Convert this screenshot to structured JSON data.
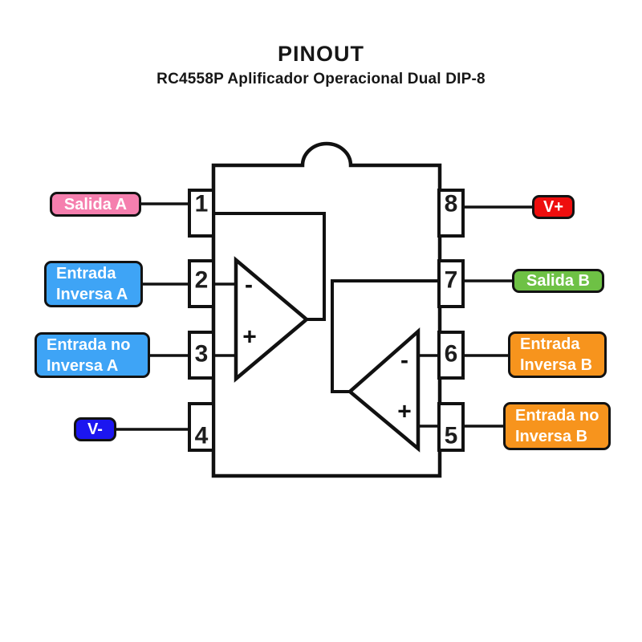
{
  "header": {
    "title": "PINOUT",
    "subtitle": "RC4558P Aplificador Operacional Dual DIP-8"
  },
  "chip": {
    "part": "RC4558P",
    "package": "DIP-8",
    "pins": [
      {
        "number": "1",
        "signal": "Salida A"
      },
      {
        "number": "2",
        "signal": "Entrada Inversa A"
      },
      {
        "number": "3",
        "signal": "Entrada no Inversa A"
      },
      {
        "number": "4",
        "signal": "V-"
      },
      {
        "number": "5",
        "signal": "Entrada no Inversa B"
      },
      {
        "number": "6",
        "signal": "Entrada Inversa B"
      },
      {
        "number": "7",
        "signal": "Salida B"
      },
      {
        "number": "8",
        "signal": "V+"
      }
    ]
  },
  "opamp": {
    "minus": "-",
    "plus": "+"
  },
  "labels": {
    "salida_a": {
      "text": "Salida A",
      "color": "#F57FAE"
    },
    "entrada_inversa_a": {
      "line1": "Entrada",
      "line2": "Inversa A",
      "color": "#3EA4F6"
    },
    "entrada_no_inversa_a": {
      "line1": "Entrada no",
      "line2": "Inversa A",
      "color": "#3EA4F6"
    },
    "v_minus": {
      "text": "V-",
      "color": "#1C16F0"
    },
    "v_plus": {
      "text": "V+",
      "color": "#EE0E0E"
    },
    "salida_b": {
      "text": "Salida B",
      "color": "#6EC145"
    },
    "entrada_inversa_b": {
      "line1": "Entrada",
      "line2": "Inversa B",
      "color": "#F7941D"
    },
    "entrada_no_inversa_b": {
      "line1": "Entrada no",
      "line2": "Inversa B",
      "color": "#F7941D"
    }
  },
  "colors": {
    "line": "#111111",
    "text": "#161616",
    "label_text": "#ffffff"
  }
}
